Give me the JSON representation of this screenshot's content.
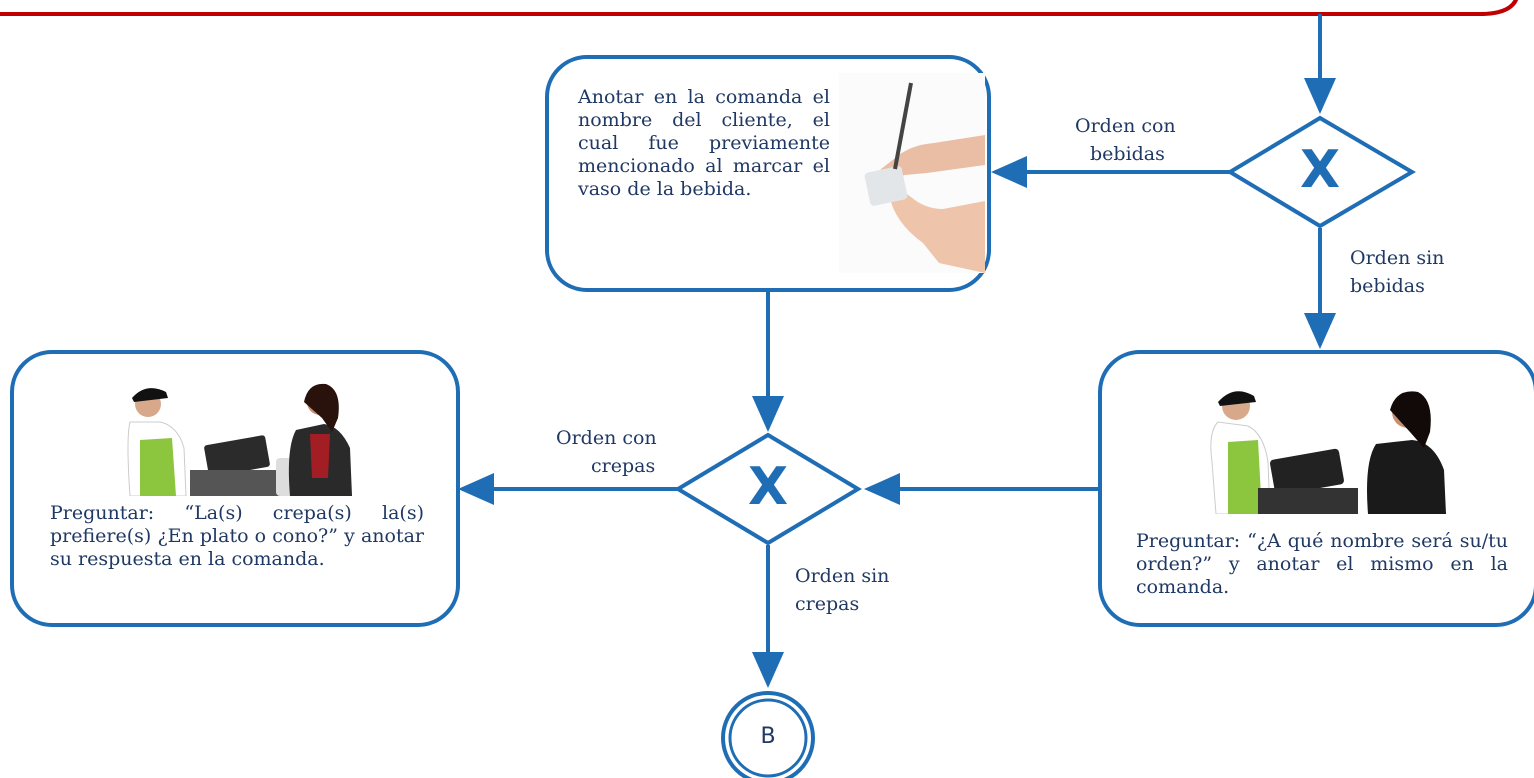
{
  "colors": {
    "flow": "#1f6db4",
    "top_box_border": "#c00000",
    "text": "#1f3864",
    "apron": "#8cc63f"
  },
  "gateways": {
    "bebidas": {
      "symbol": "X"
    },
    "crepas": {
      "symbol": "X"
    }
  },
  "edges": {
    "orden_con_bebidas": [
      "Orden con",
      "bebidas"
    ],
    "orden_sin_bebidas": [
      "Orden sin",
      "bebidas"
    ],
    "orden_con_crepas": [
      "Orden con",
      "crepas"
    ],
    "orden_sin_crepas": [
      "Orden sin",
      "crepas"
    ]
  },
  "tasks": {
    "anotar_nombre": {
      "text": "Anotar en la comanda el nombre del cliente, el cual fue previamente mencionado al marcar el vaso de la bebida.",
      "image": "hands-writing-on-cup-photo"
    },
    "preguntar_nombre": {
      "text": "Preguntar: “¿A qué nombre será su/tu orden?” y anotar el mismo en la comanda.",
      "image": "cashier-with-customer-photo"
    },
    "preguntar_crepas": {
      "text": "Preguntar: “La(s) crepa(s) la(s) prefiere(s) ¿En plato o cono?” y anotar su respuesta en la comanda.",
      "image": "cashier-with-customer-photo"
    }
  },
  "end_event": {
    "label": "B"
  }
}
